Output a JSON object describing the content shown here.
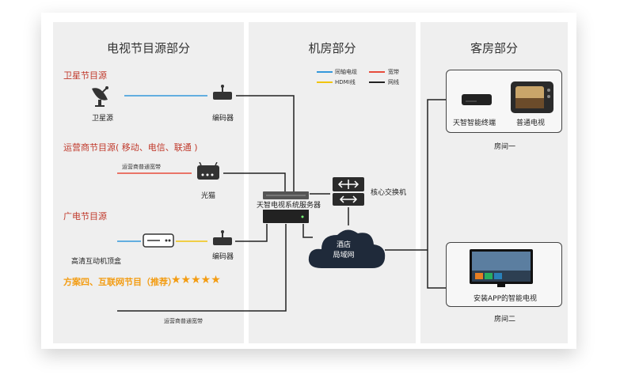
{
  "sections": {
    "tv_source": "电视节目源部分",
    "machine_room": "机房部分",
    "guest_room": "客房部分"
  },
  "legend": {
    "coax": "同轴电缆",
    "hdmi": "HDMI线",
    "broadband": "宽带",
    "network": "网线"
  },
  "sources": {
    "satellite_title": "卫星节目源",
    "satellite_device": "卫星源",
    "satellite_encoder": "编码器",
    "operator_title": "运营商节目源( 移动、电信、联通 )",
    "operator_broadband": "运营商普通宽带",
    "operator_modem": "光猫",
    "broadcast_title": "广电节目源",
    "broadcast_box": "高清互动机顶盒",
    "broadcast_encoder": "编码器",
    "internet_title": "方案四、互联网节目（推荐）",
    "internet_stars": "★★★★★",
    "internet_broadband": "运营商普通宽带"
  },
  "machine": {
    "server": "天智电视系统服务器",
    "switch": "核心交换机",
    "cloud": "酒店\n局域网"
  },
  "rooms": {
    "room1_terminal": "天智智能终端",
    "room1_tv": "普通电视",
    "room1_name": "房间一",
    "room2_tv": "安装APP的智能电视",
    "room2_name": "房间二"
  },
  "colors": {
    "coax": "#3498db",
    "hdmi": "#f1c40f",
    "broadband": "#e74c3c",
    "network": "#222222",
    "stars": "#f39c12"
  }
}
